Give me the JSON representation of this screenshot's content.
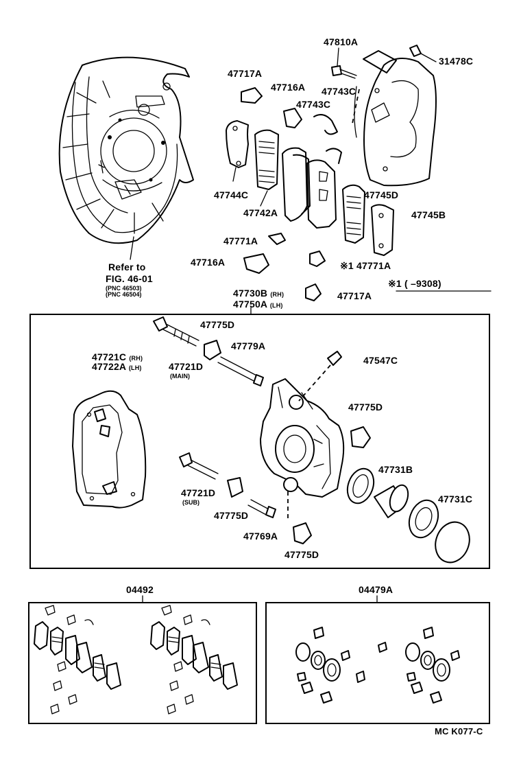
{
  "parts": {
    "p47810A": "47810A",
    "p31478C": "31478C",
    "p47717A_top": "47717A",
    "p47716A_top": "47716A",
    "p47743C_a": "47743C",
    "p47743C_b": "47743C",
    "p47744C": "47744C",
    "p47742A": "47742A",
    "p47745D": "47745D",
    "p47745B": "47745B",
    "p47771A_a": "47771A",
    "p47716A_b": "47716A",
    "p47771A_b": "47771A",
    "p47717A_b": "47717A",
    "p47730B": "47730B",
    "p47750A": "47750A",
    "p47775D_a": "47775D",
    "p47779A": "47779A",
    "p47547C": "47547C",
    "p47721C": "47721C",
    "p47722A": "47722A",
    "p47721D_main": "47721D",
    "p47775D_b": "47775D",
    "p47731B": "47731B",
    "p47721D_sub": "47721D",
    "p47775D_c": "47775D",
    "p47769A": "47769A",
    "p47731C": "47731C",
    "p47775D_d": "47775D",
    "kit1": "04492",
    "kit2": "04479A"
  },
  "qualifiers": {
    "rh": "(RH)",
    "lh": "(LH)",
    "rh2": "(RH)",
    "lh2": "(LH)",
    "main": "(MAIN)",
    "sub": "(SUB)"
  },
  "refer": {
    "line1": "Refer to",
    "line2": "FIG. 46-01",
    "pnc1": "(PNC 46503)",
    "pnc2": "(PNC 46504)"
  },
  "footnote": {
    "mark_inline": "※1",
    "text": "※1 (      –9308)"
  },
  "drawing_code": "MC  K077-C"
}
